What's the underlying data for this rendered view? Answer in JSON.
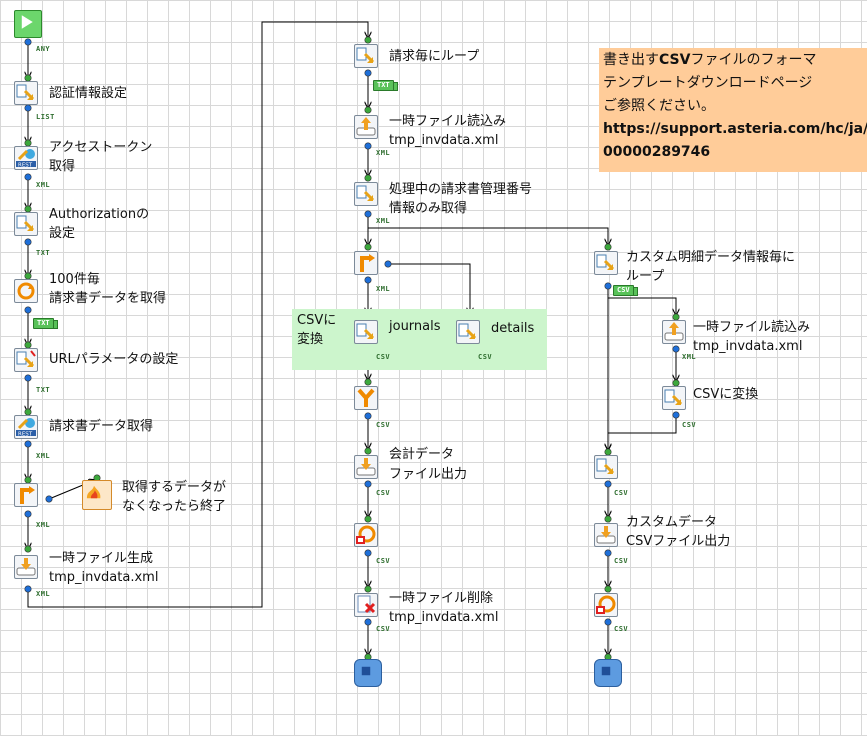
{
  "note": {
    "line1_a": "書き出す",
    "line1_b": "CSV",
    "line1_c": "ファイルのフォーマ",
    "line2": "テンプレートダウンロードページ",
    "line3": "ご参照ください。",
    "line4": "https://support.asteria.com/hc/ja/a",
    "line5": "00000289746"
  },
  "group": {
    "label_line1": "CSVに",
    "label_line2": "変換"
  },
  "labels": {
    "auth": "認証情報設定",
    "token_1": "アクセストークン",
    "token_2": "取得",
    "authz_1": "Authorizationの",
    "authz_2": "設定",
    "per100_1": "100件毎",
    "per100_2": "請求書データを取得",
    "urlparam": "URLパラメータの設定",
    "invoice_get": "請求書データ取得",
    "endnote_1": "取得するデータが",
    "endnote_2": "なくなったら終了",
    "tmpgen_1": "一時ファイル生成",
    "tmpgen_2": "tmp_invdata.xml",
    "loop_invoice": "請求毎にループ",
    "tmpread_1": "一時ファイル読込み",
    "tmpread_2": "tmp_invdata.xml",
    "proc_1": "処理中の請求書管理番号",
    "proc_2": "情報のみ取得",
    "journals": "journals",
    "details": "details",
    "acc_1": "会計データ",
    "acc_2": "ファイル出力",
    "tmpdel_1": "一時ファイル削除",
    "tmpdel_2": "tmp_invdata.xml",
    "custloop_1": "カスタム明細データ情報毎に",
    "custloop_2": "ループ",
    "tmpread2_1": "一時ファイル読込み",
    "tmpread2_2": "tmp_invdata.xml",
    "csvconv": "CSVに変換",
    "custout_1": "カスタムデータ",
    "custout_2": "CSVファイル出力"
  },
  "tags": {
    "any": "ANY",
    "list": "LIST",
    "xml": "XML",
    "txt": "TXT",
    "csv": "CSV"
  },
  "colors": {
    "note_bg": "#ffcc99",
    "group_bg": "#ccf5cc",
    "grid": "#d8d8d8",
    "connector": "#000000",
    "port_blue": "#1e6fd9",
    "port_green": "#3ca83c"
  }
}
